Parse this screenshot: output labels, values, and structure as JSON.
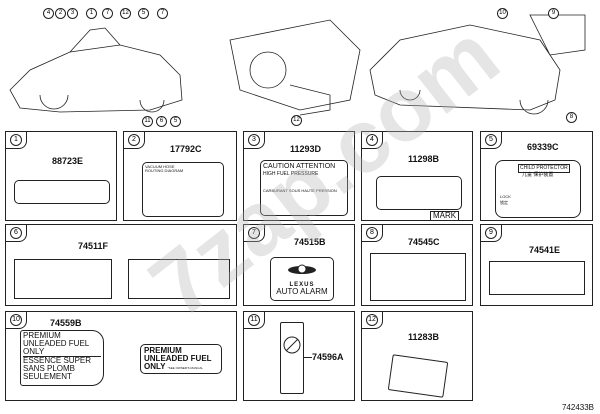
{
  "callouts_top": [
    "4",
    "2",
    "3",
    "1",
    "7",
    "12",
    "5",
    "7",
    "11",
    "6",
    "5",
    "12",
    "10",
    "9",
    "8"
  ],
  "panels": [
    {
      "num": "1",
      "part": "88723E"
    },
    {
      "num": "2",
      "part": "17792C",
      "text": [
        "VACUUM HOSE",
        "ROUTING DIAGRAM"
      ]
    },
    {
      "num": "3",
      "part": "11293D",
      "text": [
        "CAUTION",
        "ATTENTION",
        "HIGH FUEL PRESSURE",
        "CARBURANT SOUS HAUTE PRESSION"
      ]
    },
    {
      "num": "4",
      "part": "11298B",
      "text": [
        "MARK"
      ]
    },
    {
      "num": "5",
      "part": "69339C",
      "text": [
        "CHILD PROTECTOR",
        "儿童 保护装置",
        "LOCK",
        "锁定"
      ]
    },
    {
      "num": "6",
      "part": "74511F"
    },
    {
      "num": "7",
      "part": "74515B",
      "text": [
        "LEXUS",
        "AUTO ALARM"
      ]
    },
    {
      "num": "8",
      "part": "74545C"
    },
    {
      "num": "9",
      "part": "74541E"
    },
    {
      "num": "10",
      "part": "74559B",
      "text": [
        "PREMIUM",
        "UNLEADED FUEL ONLY",
        "ESSENCE SUPER",
        "SANS PLOMB",
        "SEULEMENT",
        "PREMIUM",
        "UNLEADED FUEL",
        "ONLY",
        "*SEE OWNER'S MANUAL"
      ]
    },
    {
      "num": "11",
      "part": "74596A"
    },
    {
      "num": "12",
      "part": "11283B"
    }
  ],
  "watermark": "7zap.com",
  "figure_id": "742433B"
}
